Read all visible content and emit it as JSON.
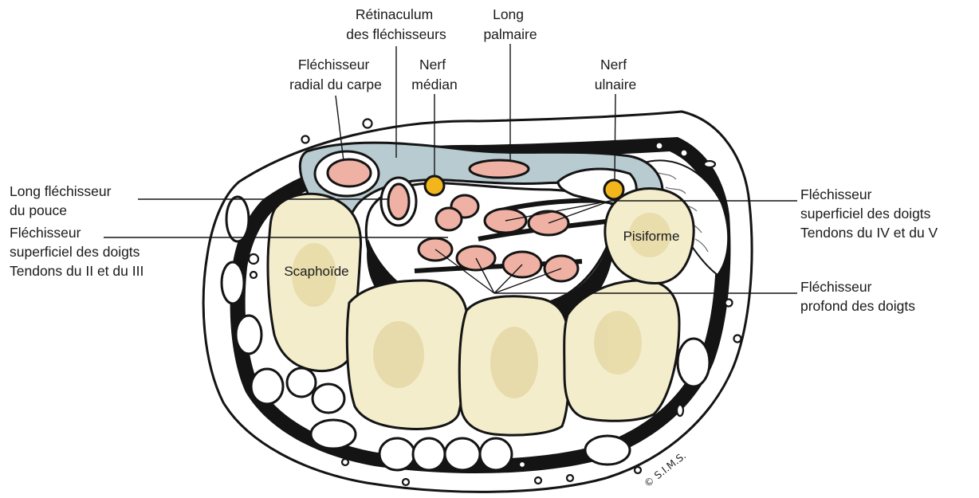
{
  "labels": {
    "retinaculum": [
      "Rétinaculum",
      "des fléchisseurs"
    ],
    "long_palmaire": [
      "Long",
      "palmaire"
    ],
    "flechisseur_radial": [
      "Fléchisseur",
      "radial du carpe"
    ],
    "nerf_median": [
      "Nerf",
      "médian"
    ],
    "nerf_ulnaire": [
      "Nerf",
      "ulnaire"
    ],
    "long_flechisseur_pouce": [
      "Long fléchisseur",
      "du pouce"
    ],
    "flechisseur_superficiel_2_3": [
      "Fléchisseur",
      "superficiel des doigts",
      "Tendons du II et du III"
    ],
    "flechisseur_superficiel_4_5": [
      "Fléchisseur",
      "superficiel des doigts",
      "Tendons du IV et du V"
    ],
    "flechisseur_profond": [
      "Fléchisseur",
      "profond des doigts"
    ],
    "scaphoide": "Scaphoïde",
    "pisiforme": "Pisiforme",
    "copyright": "© S.I.M.S."
  },
  "colors": {
    "outline": "#141414",
    "bone_fill": "#f3edcc",
    "bone_spot": "#e6d9a6",
    "tendon_fill": "#eeb1a3",
    "nerve_fill": "#f2b51c",
    "retinaculum_fill": "#b8cbd0",
    "background": "#ffffff"
  }
}
